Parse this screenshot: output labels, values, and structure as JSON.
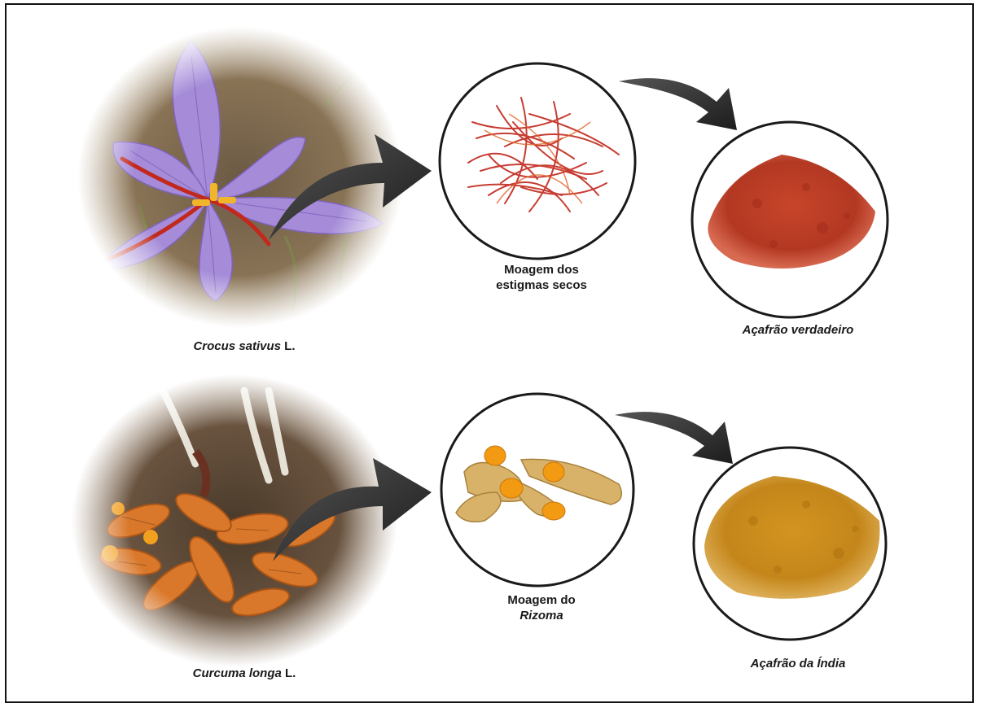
{
  "rows": [
    {
      "plant": {
        "name_italic": "Crocus sativus",
        "name_suffix": " L."
      },
      "process": {
        "line1": "Moagem dos",
        "line2": "estigmas secos"
      },
      "product": {
        "label": "Açafrão verdadeiro"
      }
    },
    {
      "plant": {
        "name_italic": "Curcuma longa",
        "name_suffix": " L."
      },
      "process": {
        "line1": "Moagem do",
        "line2_italic": "Rizoma"
      },
      "product": {
        "label": "Açafrão da Índia"
      }
    }
  ],
  "colors": {
    "frame": "#111111",
    "arrow": "#2b2b2b",
    "saffron_flower": "#a58bd8",
    "saffron_stigma": "#c2281c",
    "saffron_powder": "#b83a24",
    "turmeric_root": "#d9a54a",
    "turmeric_flesh": "#f29a12",
    "turmeric_powder": "#c98a1b"
  }
}
